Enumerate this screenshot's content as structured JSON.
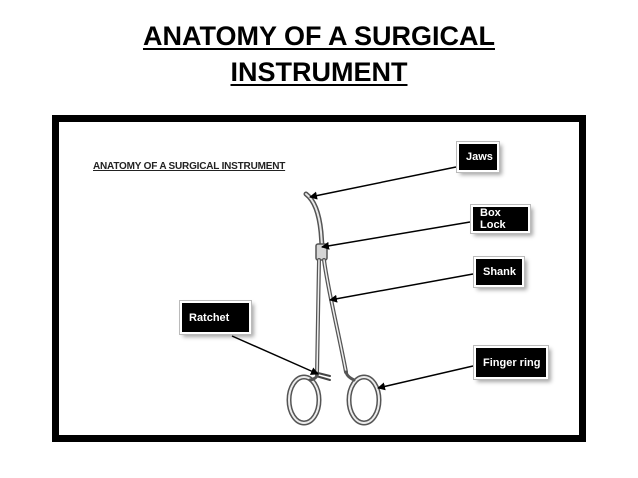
{
  "slide": {
    "title_line1": "ANATOMY OF A SURGICAL",
    "title_line2": "INSTRUMENT"
  },
  "figure": {
    "heading": "ANATOMY OF A SURGICAL INSTRUMENT",
    "labels": {
      "jaws": "Jaws",
      "box_lock": "Box Lock",
      "shank": "Shank",
      "ratchet": "Ratchet",
      "finger_ring": "Finger ring"
    }
  },
  "colors": {
    "label_bg": "#000000",
    "label_text": "#ffffff",
    "frame": "#000000"
  }
}
